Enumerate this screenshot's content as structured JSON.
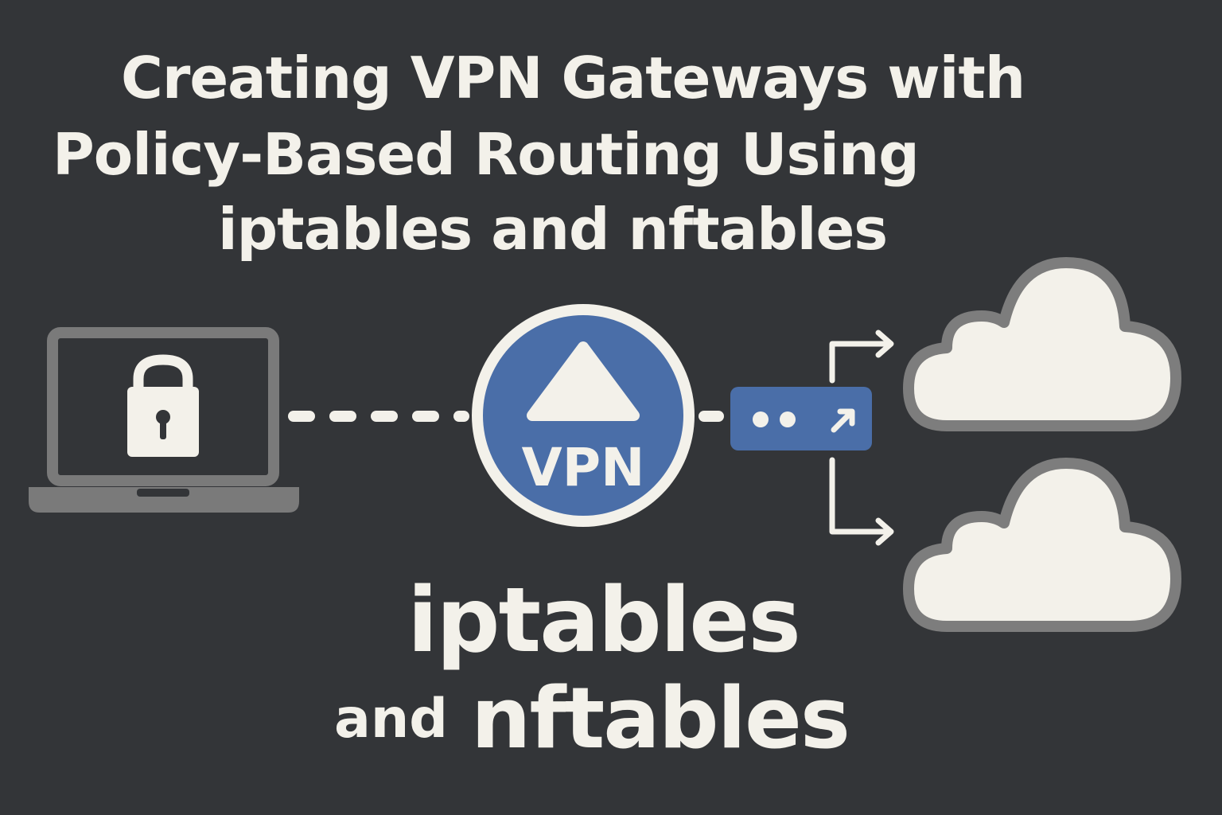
{
  "title": {
    "line1": "Creating VPN Gateways with",
    "line2": "Policy-Based Routing Using",
    "line3": "iptables and nftables"
  },
  "vpn_badge": {
    "label": "VPN"
  },
  "caption": {
    "word1": "iptables",
    "word2": "and",
    "word3": "nftables"
  },
  "icons": [
    "laptop-icon",
    "lock-icon",
    "vpn-triangle-icon",
    "router-icon",
    "cloud-icon"
  ],
  "colors": {
    "background": "#333538",
    "text": "#f3f1ea",
    "vpn_blue": "#4a6ea8",
    "device_gray": "#7a7a7a",
    "cloud_fill": "#f3f1ea",
    "cloud_outline": "#7d7d7d"
  }
}
